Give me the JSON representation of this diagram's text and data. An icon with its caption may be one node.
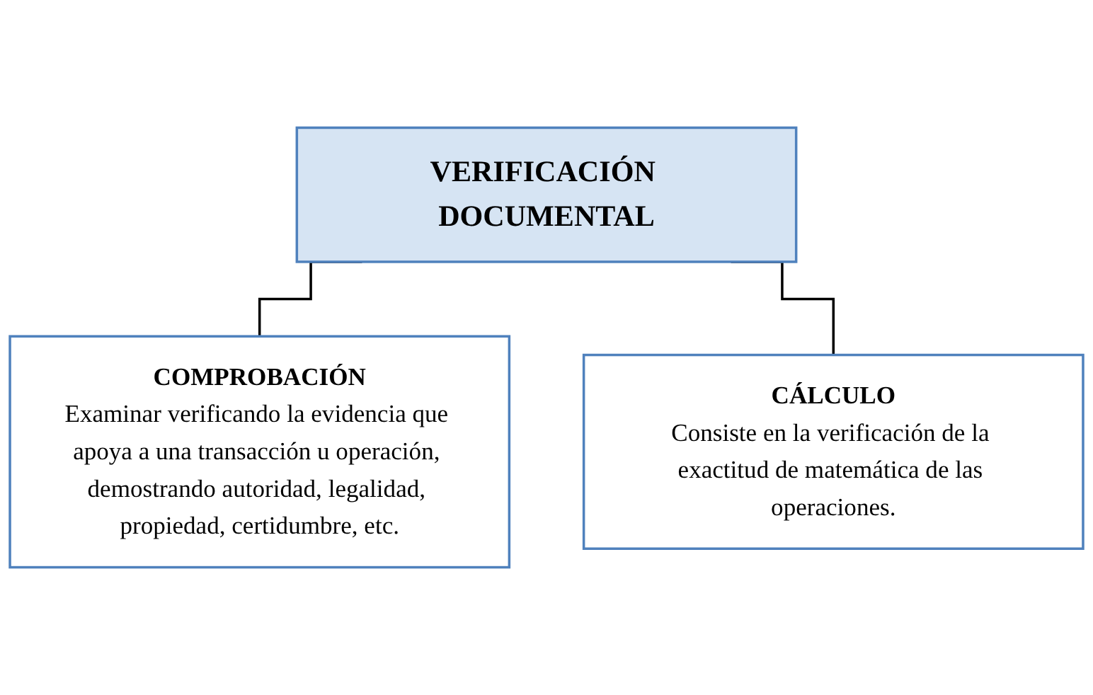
{
  "diagram": {
    "nodes": [
      {
        "text": [
          "VERIFICACIÓN DOCUMENTAL"
        ]
      },
      {
        "text": [
          "COMPROBACIÓN",
          "Examinar verificando la evidencia que apoya a una transacción u operación, demostrando autoridad, legalidad, propiedad, certidumbre, etc."
        ]
      },
      {
        "text": [
          "CÁLCULO",
          "Consiste en la verificación de la exactitud de matemática de las operaciones."
        ]
      }
    ],
    "edges": [
      {
        "from": 0,
        "to": 1,
        "arrow": "none"
      },
      {
        "from": 0,
        "to": 2,
        "arrow": "none"
      }
    ]
  }
}
